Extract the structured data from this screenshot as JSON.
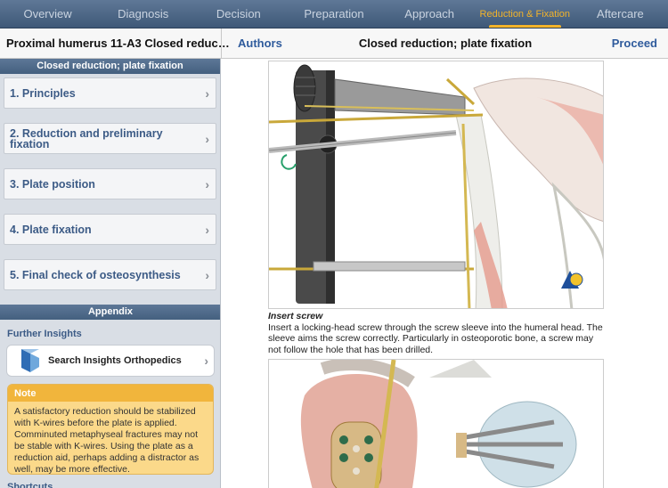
{
  "tabs": [
    {
      "label": "Overview",
      "active": false
    },
    {
      "label": "Diagnosis",
      "active": false
    },
    {
      "label": "Decision",
      "active": false
    },
    {
      "label": "Preparation",
      "active": false
    },
    {
      "label": "Approach",
      "active": false
    },
    {
      "label": "Reduction & Fixation",
      "active": true
    },
    {
      "label": "Aftercare",
      "active": false
    }
  ],
  "header": {
    "left_title": "Proximal humerus 11-A3 Closed reduc…",
    "authors": "Authors",
    "center_title": "Closed reduction; plate fixation",
    "proceed": "Proceed"
  },
  "sidebar": {
    "section_title": "Closed reduction; plate fixation",
    "steps": [
      {
        "label": "1. Principles"
      },
      {
        "label": "2. Reduction and preliminary fixation"
      },
      {
        "label": "3. Plate position"
      },
      {
        "label": "4. Plate fixation"
      },
      {
        "label": "5. Final check of osteosynthesis"
      }
    ],
    "appendix_title": "Appendix",
    "further_insights": "Further Insights",
    "search_label": "Search Insights Orthopedics",
    "note_title": "Note",
    "note_body": "A satisfactory reduction should be stabilized with K-wires before the plate is applied. Comminuted metaphyseal fractures may not be stable with K-wires. Using the plate as a reduction aid, perhaps adding a distractor as well, may be more effective.",
    "shortcuts": "Shortcuts"
  },
  "content": {
    "caption_title": "Insert screw",
    "caption_text": "Insert a locking-head screw through the screw sleeve into the humeral head. The sleeve aims the screw correctly. Particularly in osteoporotic bone, a screw may not follow the hole that has been drilled."
  },
  "colors": {
    "accent": "#f2b32a",
    "link": "#2f5b9c",
    "note_bg": "#fbd98a"
  }
}
